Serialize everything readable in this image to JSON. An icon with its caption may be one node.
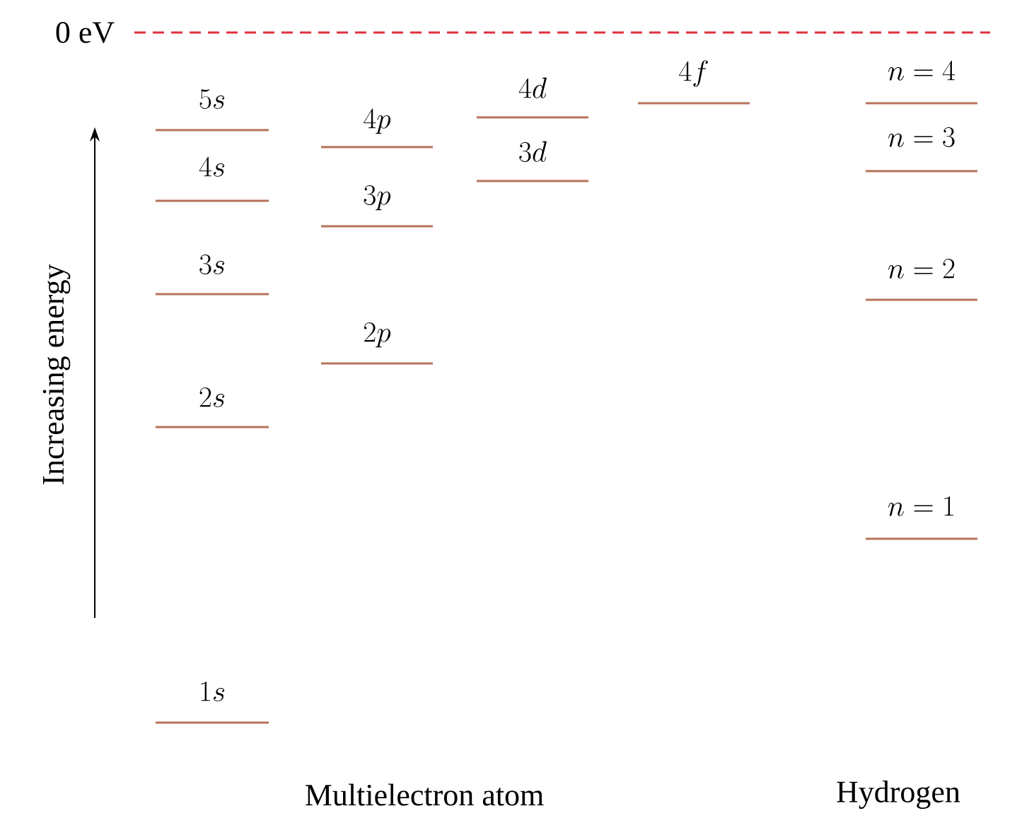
{
  "diagram": {
    "labels": [
      "0 eV",
      "4f",
      "n = 4",
      "4d",
      "5s",
      "4p",
      "n = 3",
      "4s",
      "3d",
      "3p",
      "3s",
      "n = 2",
      "2p",
      "2s",
      "n = 1",
      "1s",
      "Increasing energy",
      "Multielectron atom",
      "Hydrogen"
    ]
  }
}
